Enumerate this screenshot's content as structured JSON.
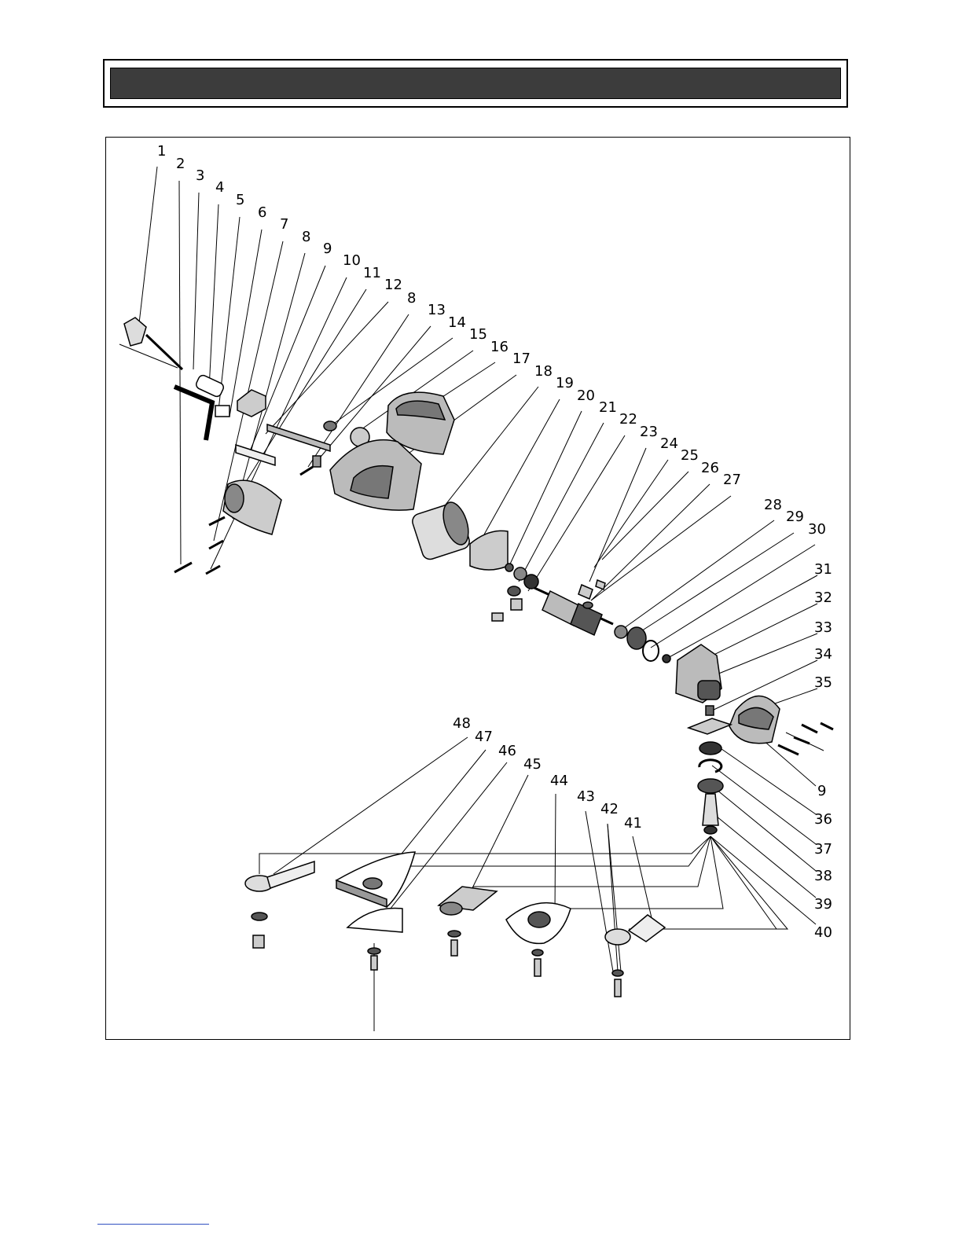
{
  "header": {
    "title": ""
  },
  "labels": [
    "1",
    "2",
    "3",
    "4",
    "5",
    "6",
    "7",
    "8",
    "9",
    "10",
    "11",
    "12",
    "8",
    "13",
    "14",
    "15",
    "16",
    "17",
    "18",
    "19",
    "20",
    "21",
    "22",
    "23",
    "24",
    "25",
    "26",
    "27",
    "28",
    "29",
    "30",
    "31",
    "32",
    "33",
    "34",
    "35",
    "9",
    "36",
    "37",
    "38",
    "39",
    "40",
    "48",
    "47",
    "46",
    "45",
    "44",
    "43",
    "42",
    "41"
  ]
}
